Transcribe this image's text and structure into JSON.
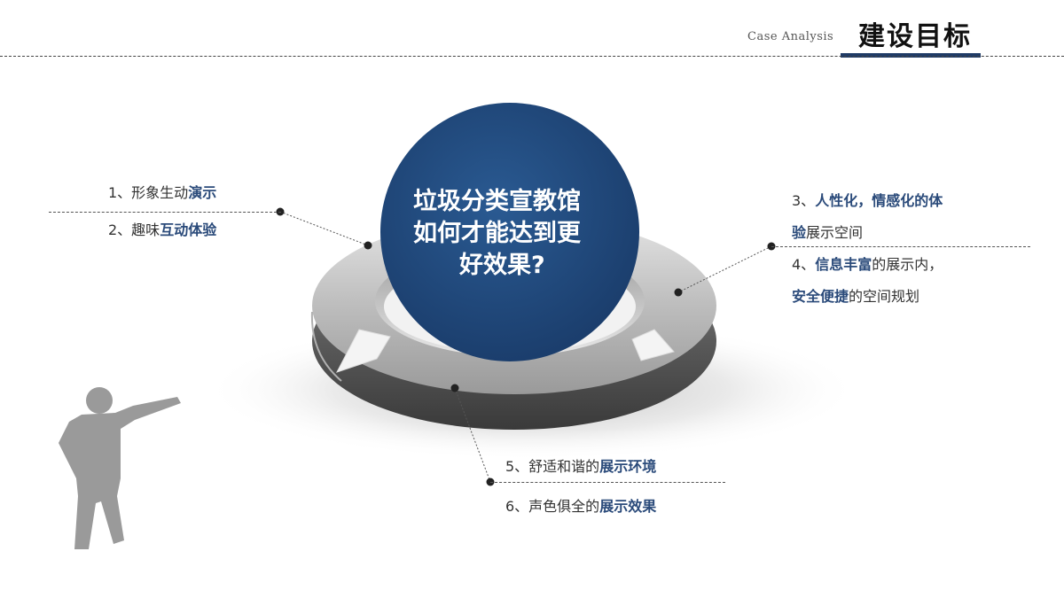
{
  "header": {
    "subtitle": "Case Analysis",
    "title": "建设目标"
  },
  "center": {
    "line1": "垃圾分类宣教馆",
    "line2": "如何才能达到更",
    "line3": "好效果?"
  },
  "items": {
    "i1": {
      "prefix": "1、形象生动",
      "highlight": "演示"
    },
    "i2": {
      "prefix": "2、趣味",
      "highlight": "互动体验"
    },
    "i3": {
      "prefix": "3、",
      "highlight": "人性化，情感化的体"
    },
    "i3b": {
      "highlight": "验",
      "suffix": "展示空间"
    },
    "i4": {
      "prefix": "4、",
      "highlight": "信息丰富",
      "suffix": "的展示内，"
    },
    "i4b": {
      "highlight": "安全便捷",
      "suffix": "的空间规划"
    },
    "i5": {
      "prefix": "5、舒适和谐的",
      "highlight": "展示环境"
    },
    "i6": {
      "prefix": "6、声色俱全的",
      "highlight": "展示效果"
    }
  },
  "colors": {
    "accent": "#2a4a7a",
    "circle": "#1f4a7c",
    "ring": "#c8c8c8"
  }
}
